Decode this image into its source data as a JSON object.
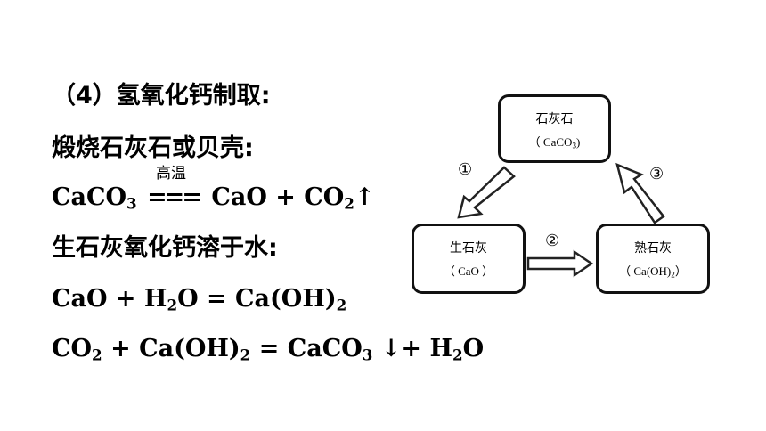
{
  "lines": {
    "heading": "（4）氢氧化钙制取:",
    "calcine": "煅烧石灰石或贝壳:",
    "condition": "高温",
    "eq1": {
      "a": "CaCO",
      "a_sub": "3",
      "eq": "===",
      "b": "CaO  +  CO",
      "b_sub": "2",
      "arrow": "↑"
    },
    "dissolve": "生石灰氧化钙溶于水:",
    "eq2": {
      "a": "CaO  +  H",
      "a_sub": "2",
      "b": "O  =  Ca(OH)",
      "b_sub": "2"
    },
    "eq3": {
      "a": "CO",
      "a_sub": "2",
      "b": "  +   Ca(OH)",
      "b_sub": "2",
      "c": "  =  CaCO",
      "c_sub": "3",
      "d": " ↓+  H",
      "d_sub": "2",
      "e": "O"
    }
  },
  "diagram": {
    "top": {
      "name": "石灰石",
      "formula": "（ CaCO",
      "formula_sub": "3",
      "formula_end": ")"
    },
    "left": {
      "name": "生石灰",
      "formula": "（ CaO ）"
    },
    "right": {
      "name": "熟石灰",
      "formula": "（ Ca(OH)",
      "formula_sub": "2",
      "formula_end": "）"
    },
    "steps": [
      "①",
      "②",
      "③"
    ]
  }
}
